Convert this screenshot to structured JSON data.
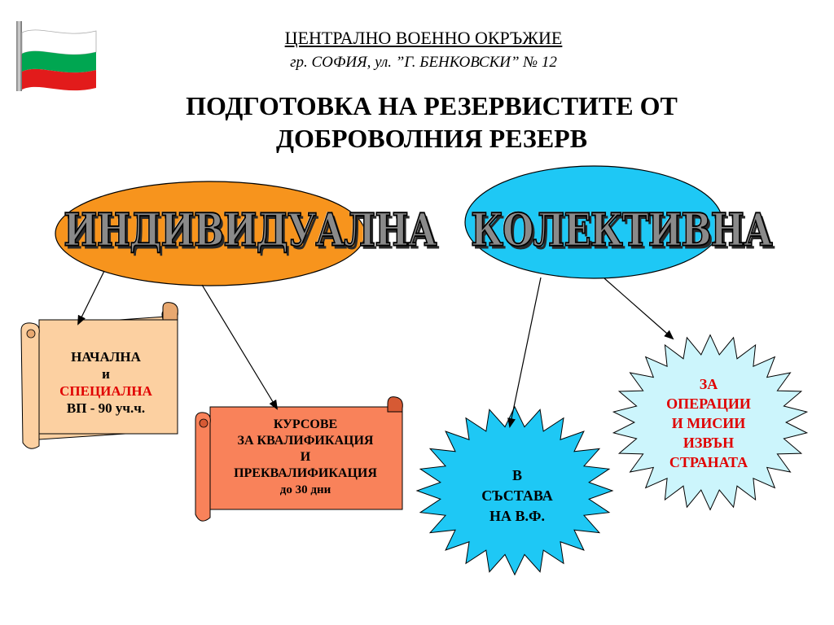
{
  "header": {
    "org": "ЦЕНТРАЛНО ВОЕННО ОКРЪЖИЕ",
    "address": "гр. СОФИЯ, ул. ”Г. БЕНКОВСКИ” № 12",
    "title_line1": "ПОДГОТОВКА НА РЕЗЕРВИСТИТЕ ОТ",
    "title_line2": "ДОБРОВОЛНИЯ РЕЗЕРВ"
  },
  "flag": {
    "colors": [
      "#ffffff",
      "#00a651",
      "#e21b1b"
    ]
  },
  "nodes": {
    "individual": {
      "label": "ИНДИВИДУАЛНА",
      "color": "#f7941d"
    },
    "collective": {
      "label": "КОЛЕКТИВНА",
      "color": "#1ec8f5"
    },
    "initial": {
      "line1": "НАЧАЛНА",
      "line2": "и",
      "line3": "СПЕЦИАЛНА",
      "line4": "ВП - 90 уч.ч.",
      "color": "#fcd0a1"
    },
    "courses": {
      "line1": "КУРСОВЕ",
      "line2": "ЗА КВАЛИФИКАЦИЯ",
      "line3": "И",
      "line4": "ПРЕКВАЛИФИКАЦИЯ",
      "line5": "до 30 дни",
      "color": "#f9825a"
    },
    "in_army": {
      "line1": "В",
      "line2": "СЪСТАВА",
      "line3": "НА В.Ф.",
      "color": "#1ec8f5"
    },
    "abroad": {
      "line1": "ЗА",
      "line2": "ОПЕРАЦИИ",
      "line3": "И МИСИИ",
      "line4": "ИЗВЪН",
      "line5": "СТРАНАТА",
      "color": "#ccf5fc"
    }
  }
}
